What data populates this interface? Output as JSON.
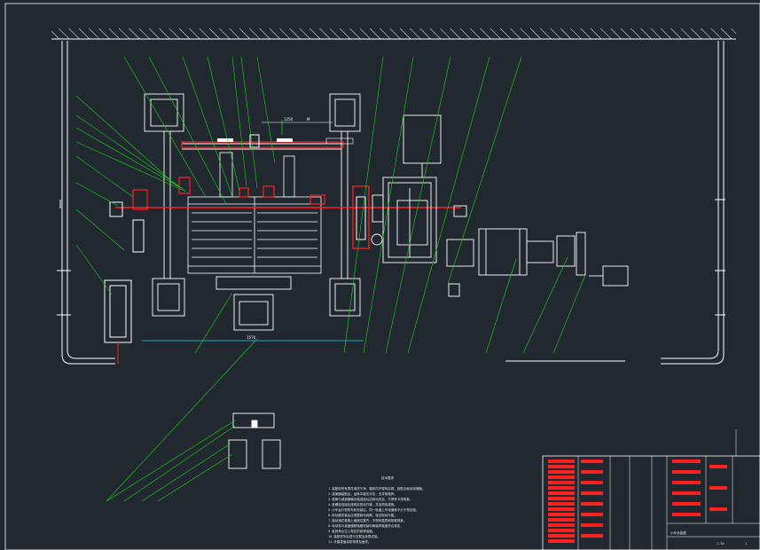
{
  "drawing": {
    "background": "#212830",
    "line_color": "#ffffff",
    "accent_red": "#ff2020",
    "accent_yellow": "#f2e600",
    "accent_green": "#19d419",
    "dimension_color": "#19c8f0"
  },
  "dimensions": {
    "top_span_left": "1250",
    "top_span_right": "M",
    "lower_span": "1570"
  },
  "notes": {
    "heading": "技术要求",
    "lines": [
      "1.装配前所有零件清洗干净，箱体内不得有杂物，各配合面涂润滑脂。",
      "2.减速器装配后，运转平稳无冲击，无异常噪声。",
      "3.卷筒与减速器输出轴连接后应转动灵活，不得有卡滞现象。",
      "4.各螺栓连接处按规定扭矩拧紧，并加防松措施。",
      "5.小车运行机构车轮安装后，同一轨道上车轮偏差不大于规定值。",
      "6.制动器安装后应调整制动间隙，保证制动可靠。",
      "7.钢丝绳在卷筒上缠绕应整齐，不得有重叠和松散现象。",
      "8.电动机与减速器联轴器安装时两轴同轴度符合规定。",
      "9.各润滑点注入规定的润滑油脂。",
      "10.装配完毕后进行空载及负载试验。",
      "11.外露表面涂防锈漆及面漆。"
    ]
  },
  "title_block": {
    "drawing_title": "小车总装图",
    "scale": "1:10",
    "sheet": "1"
  }
}
